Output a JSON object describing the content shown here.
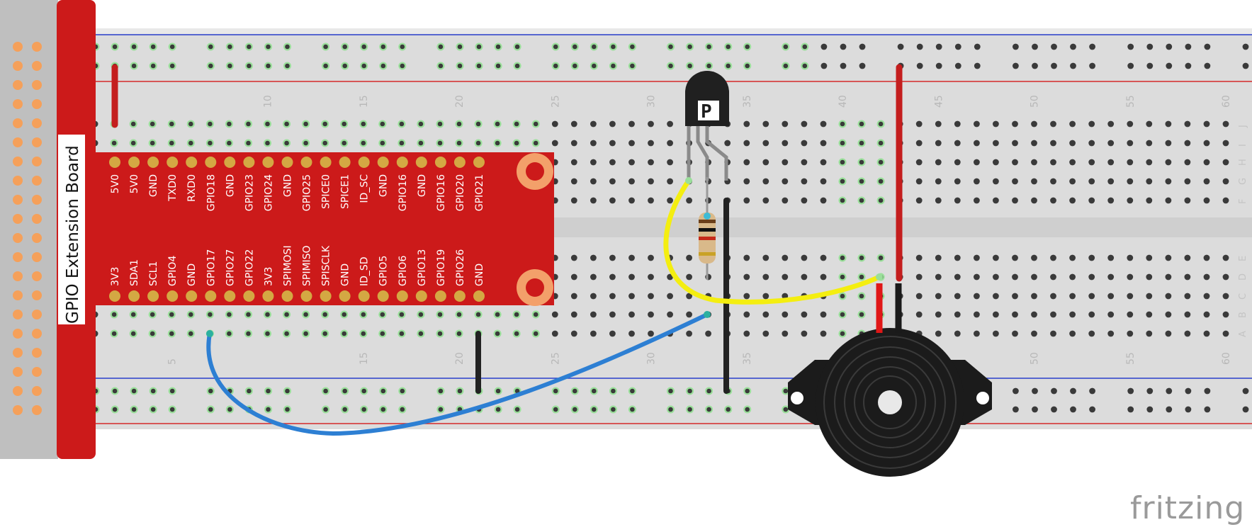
{
  "board": {
    "title": "GPIO Extension Board",
    "top_pins": [
      "5V0",
      "5V0",
      "GND",
      "TXD0",
      "RXD0",
      "GPIO18",
      "GND",
      "GPIO23",
      "GPIO24",
      "GND",
      "GPIO25",
      "SPICE0",
      "SPICE1",
      "ID_SC",
      "GND",
      "GPIO16",
      "GND",
      "GPIO16",
      "GPIO20",
      "GPIO21"
    ],
    "bottom_pins": [
      "3V3",
      "SDA1",
      "SCL1",
      "GPIO4",
      "GND",
      "GPIO17",
      "GPIO27",
      "GPIO22",
      "3V3",
      "SPIMOSI",
      "SPIMISO",
      "SPISCLK",
      "GND",
      "ID_SD",
      "GPIO5",
      "GPIO6",
      "GPIO13",
      "GPIO19",
      "GPIO26",
      "GND"
    ]
  },
  "breadboard": {
    "column_numbers_top": [
      "10",
      "15",
      "20",
      "25",
      "30",
      "35",
      "40",
      "45",
      "50",
      "55",
      "60"
    ],
    "column_numbers_bottom": [
      "5",
      "15",
      "20",
      "25",
      "30",
      "35",
      "40",
      "45",
      "50",
      "55",
      "60"
    ],
    "row_letters": [
      "J",
      "I",
      "H",
      "G",
      "F",
      "E",
      "D",
      "C",
      "B",
      "A"
    ]
  },
  "components": {
    "transistor_mark": "P"
  },
  "colors": {
    "board_red": "#cc1a1a",
    "header_pin": "#d4a843",
    "wire_yellow": "#f4ee10",
    "wire_blue": "#2d7fd3",
    "wire_red": "#c41e1e",
    "wire_black": "#222222",
    "rail_blue": "#2a3fcc",
    "rail_red": "#d42a2a"
  },
  "brand": "fritzing"
}
